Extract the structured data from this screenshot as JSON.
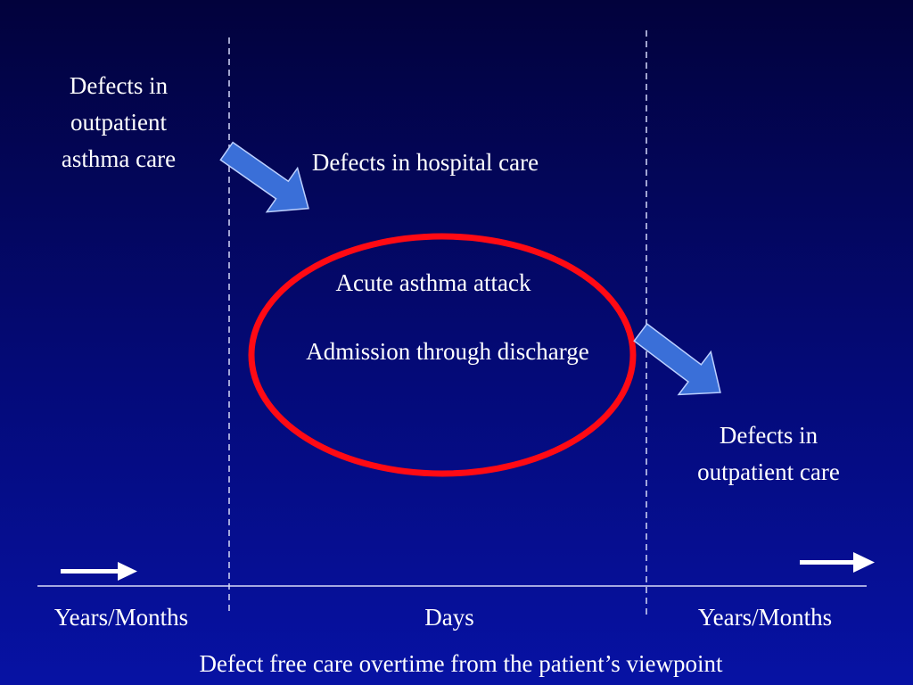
{
  "slide": {
    "outpatient_before_label": "Defects in outpatient asthma care",
    "hospital_label": "Defects in hospital care",
    "event_line_1": "Acute asthma attack",
    "event_line_2": "Admission through discharge",
    "outpatient_after_label": "Defects in outpatient care",
    "timescale_left": "Years/Months",
    "timescale_middle": "Days",
    "timescale_right": "Years/Months",
    "caption": "Defect free care overtime from the patient’s viewpoint"
  },
  "colors": {
    "background_top": "#02023c",
    "background_bottom": "#0712a4",
    "text": "#ffffff",
    "block_arrow_fill": "#3a6fd8",
    "block_arrow_stroke": "#bcd0ff",
    "highlight_ellipse": "#ff0a14",
    "divider": "#c8ccf0"
  }
}
